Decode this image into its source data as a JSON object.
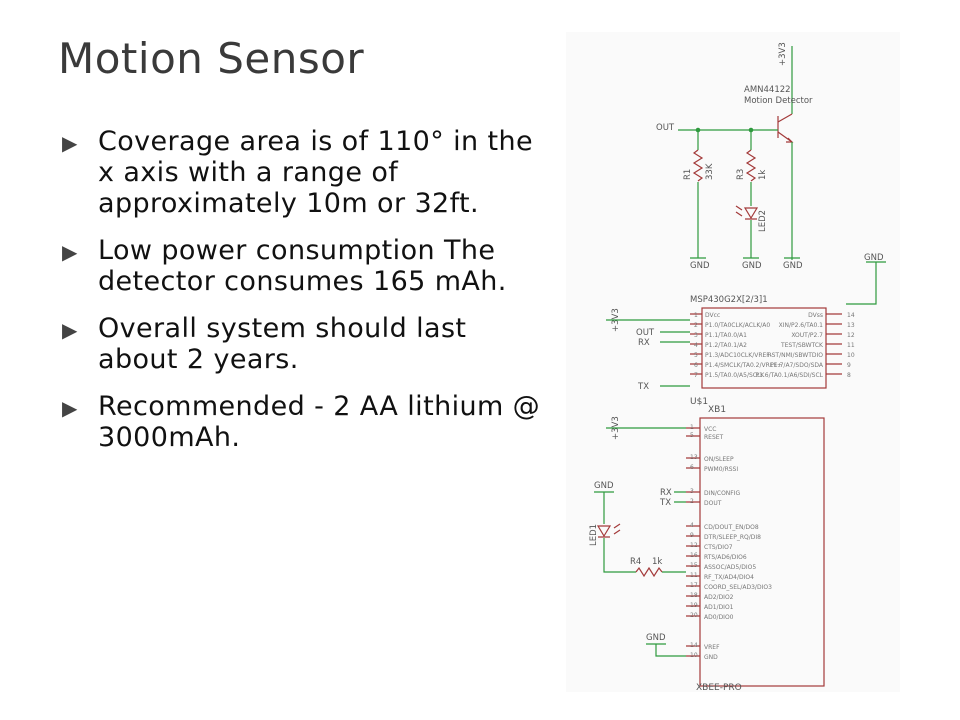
{
  "slide": {
    "title": "Motion Sensor",
    "bullets": [
      "Coverage area is of 110° in the x axis with a range of approximately 10m or 32ft.",
      "Low power consumption The detector consumes 165 mAh.",
      "Overall system should last about 2 years.",
      "Recommended - 2 AA lithium @ 3000mAh."
    ],
    "bullet_marker": "▶"
  },
  "schematic": {
    "sensor": {
      "rail": "+3V3",
      "part": "AMN44122",
      "desc": "Motion Detector",
      "out": "OUT"
    },
    "r1": {
      "ref": "R1",
      "value": "33K"
    },
    "r3": {
      "ref": "R3",
      "value": "1k"
    },
    "led2": "LED2",
    "gnd": "GND",
    "mcu": {
      "name": "MSP430G2X[2/3]1",
      "ref": "U$1",
      "rail": "+3V3",
      "left_nets": [
        "OUT",
        "RX",
        "TX"
      ],
      "left_pins": [
        "1",
        "2",
        "3",
        "4",
        "5",
        "6",
        "7"
      ],
      "right_pins": [
        "14",
        "13",
        "12",
        "11",
        "10",
        "9",
        "8"
      ],
      "left_pin_labels": [
        "DVcc",
        "P1.0/TA0CLK/ACLK/A0",
        "P1.1/TA0.0/A1",
        "P1.2/TA0.1/A2",
        "P1.3/ADC10CLK/VREF-",
        "P1.4/SMCLK/TA0.2/VREF+",
        "P1.5/TA0.0/A5/SCLK"
      ],
      "right_pin_labels": [
        "DVss",
        "XIN/P2.6/TA0.1",
        "XOUT/P2.7",
        "TEST/SBWTCK",
        "RST/NMI/SBWTDIO",
        "P1.7/A7/SDO/SDA",
        "P1.6/TA0.1/A6/SDI/SCL"
      ]
    },
    "xbee": {
      "ref": "XB1",
      "part": "XBEE-PRO",
      "rail": "+3V3",
      "nets": [
        "RX",
        "TX"
      ],
      "pins": [
        {
          "num": "1",
          "name": "VCC"
        },
        {
          "num": "5",
          "name": "RESET"
        },
        {
          "num": "13",
          "name": "ON/SLEEP"
        },
        {
          "num": "6",
          "name": "PWM0/RSSI"
        },
        {
          "num": "3",
          "name": "DIN/CONFIG"
        },
        {
          "num": "2",
          "name": "DOUT"
        },
        {
          "num": "4",
          "name": "CD/DOUT_EN/DO8"
        },
        {
          "num": "9",
          "name": "DTR/SLEEP_RQ/DI8"
        },
        {
          "num": "12",
          "name": "CTS/DIO7"
        },
        {
          "num": "16",
          "name": "RTS/AD6/DIO6"
        },
        {
          "num": "15",
          "name": "ASSOC/AD5/DIO5"
        },
        {
          "num": "11",
          "name": "RF_TX/AD4/DIO4"
        },
        {
          "num": "17",
          "name": "COORD_SEL/AD3/DIO3"
        },
        {
          "num": "18",
          "name": "AD2/DIO2"
        },
        {
          "num": "19",
          "name": "AD1/DIO1"
        },
        {
          "num": "20",
          "name": "AD0/DIO0"
        },
        {
          "num": "14",
          "name": "VREF"
        },
        {
          "num": "10",
          "name": "GND"
        }
      ]
    },
    "led1": "LED1",
    "r4": {
      "ref": "R4",
      "value": "1k"
    }
  },
  "colors": {
    "wire": "#2e9a3e",
    "part": "#a33a3a",
    "title": "#3a3a3a"
  }
}
